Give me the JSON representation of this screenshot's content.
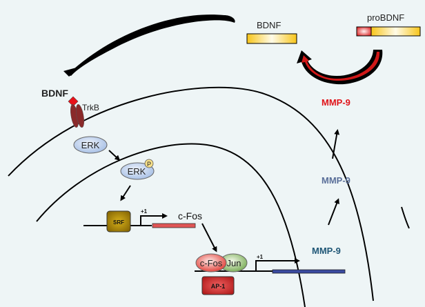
{
  "diagram": {
    "extracellular": {
      "bdnf_label": "BDNF",
      "probdnf_label": "proBDNF"
    },
    "membrane": {
      "ligand_label": "BDNF",
      "receptor_label": "TrkB"
    },
    "cytoplasm": {
      "erk_label": "ERK",
      "perk_label": "ERK",
      "phospho_label": "P"
    },
    "nucleus": {
      "srf_label": "SRF",
      "tss_label_1": "+1",
      "cfos_gene_label": "c-Fos",
      "cfos_protein_label": "c-Fos",
      "jun_label": "Jun",
      "ap1_label": "AP-1",
      "tss_label_2": "+1",
      "mmp9_gene_label": "MMP-9"
    },
    "secretion": {
      "mmp9_cytoplasm_label": "MMP-9",
      "mmp9_extracellular_label": "MMP-9"
    },
    "colors": {
      "background": "#eef5f6",
      "mmp9_extracellular": "#e0141a",
      "mmp9_cytoplasm": "#5a6f99",
      "mmp9_gene": "#1f5676",
      "cfos_gene_bar": "#e05555",
      "mmp9_gene_bar": "#3a4aa0"
    }
  }
}
